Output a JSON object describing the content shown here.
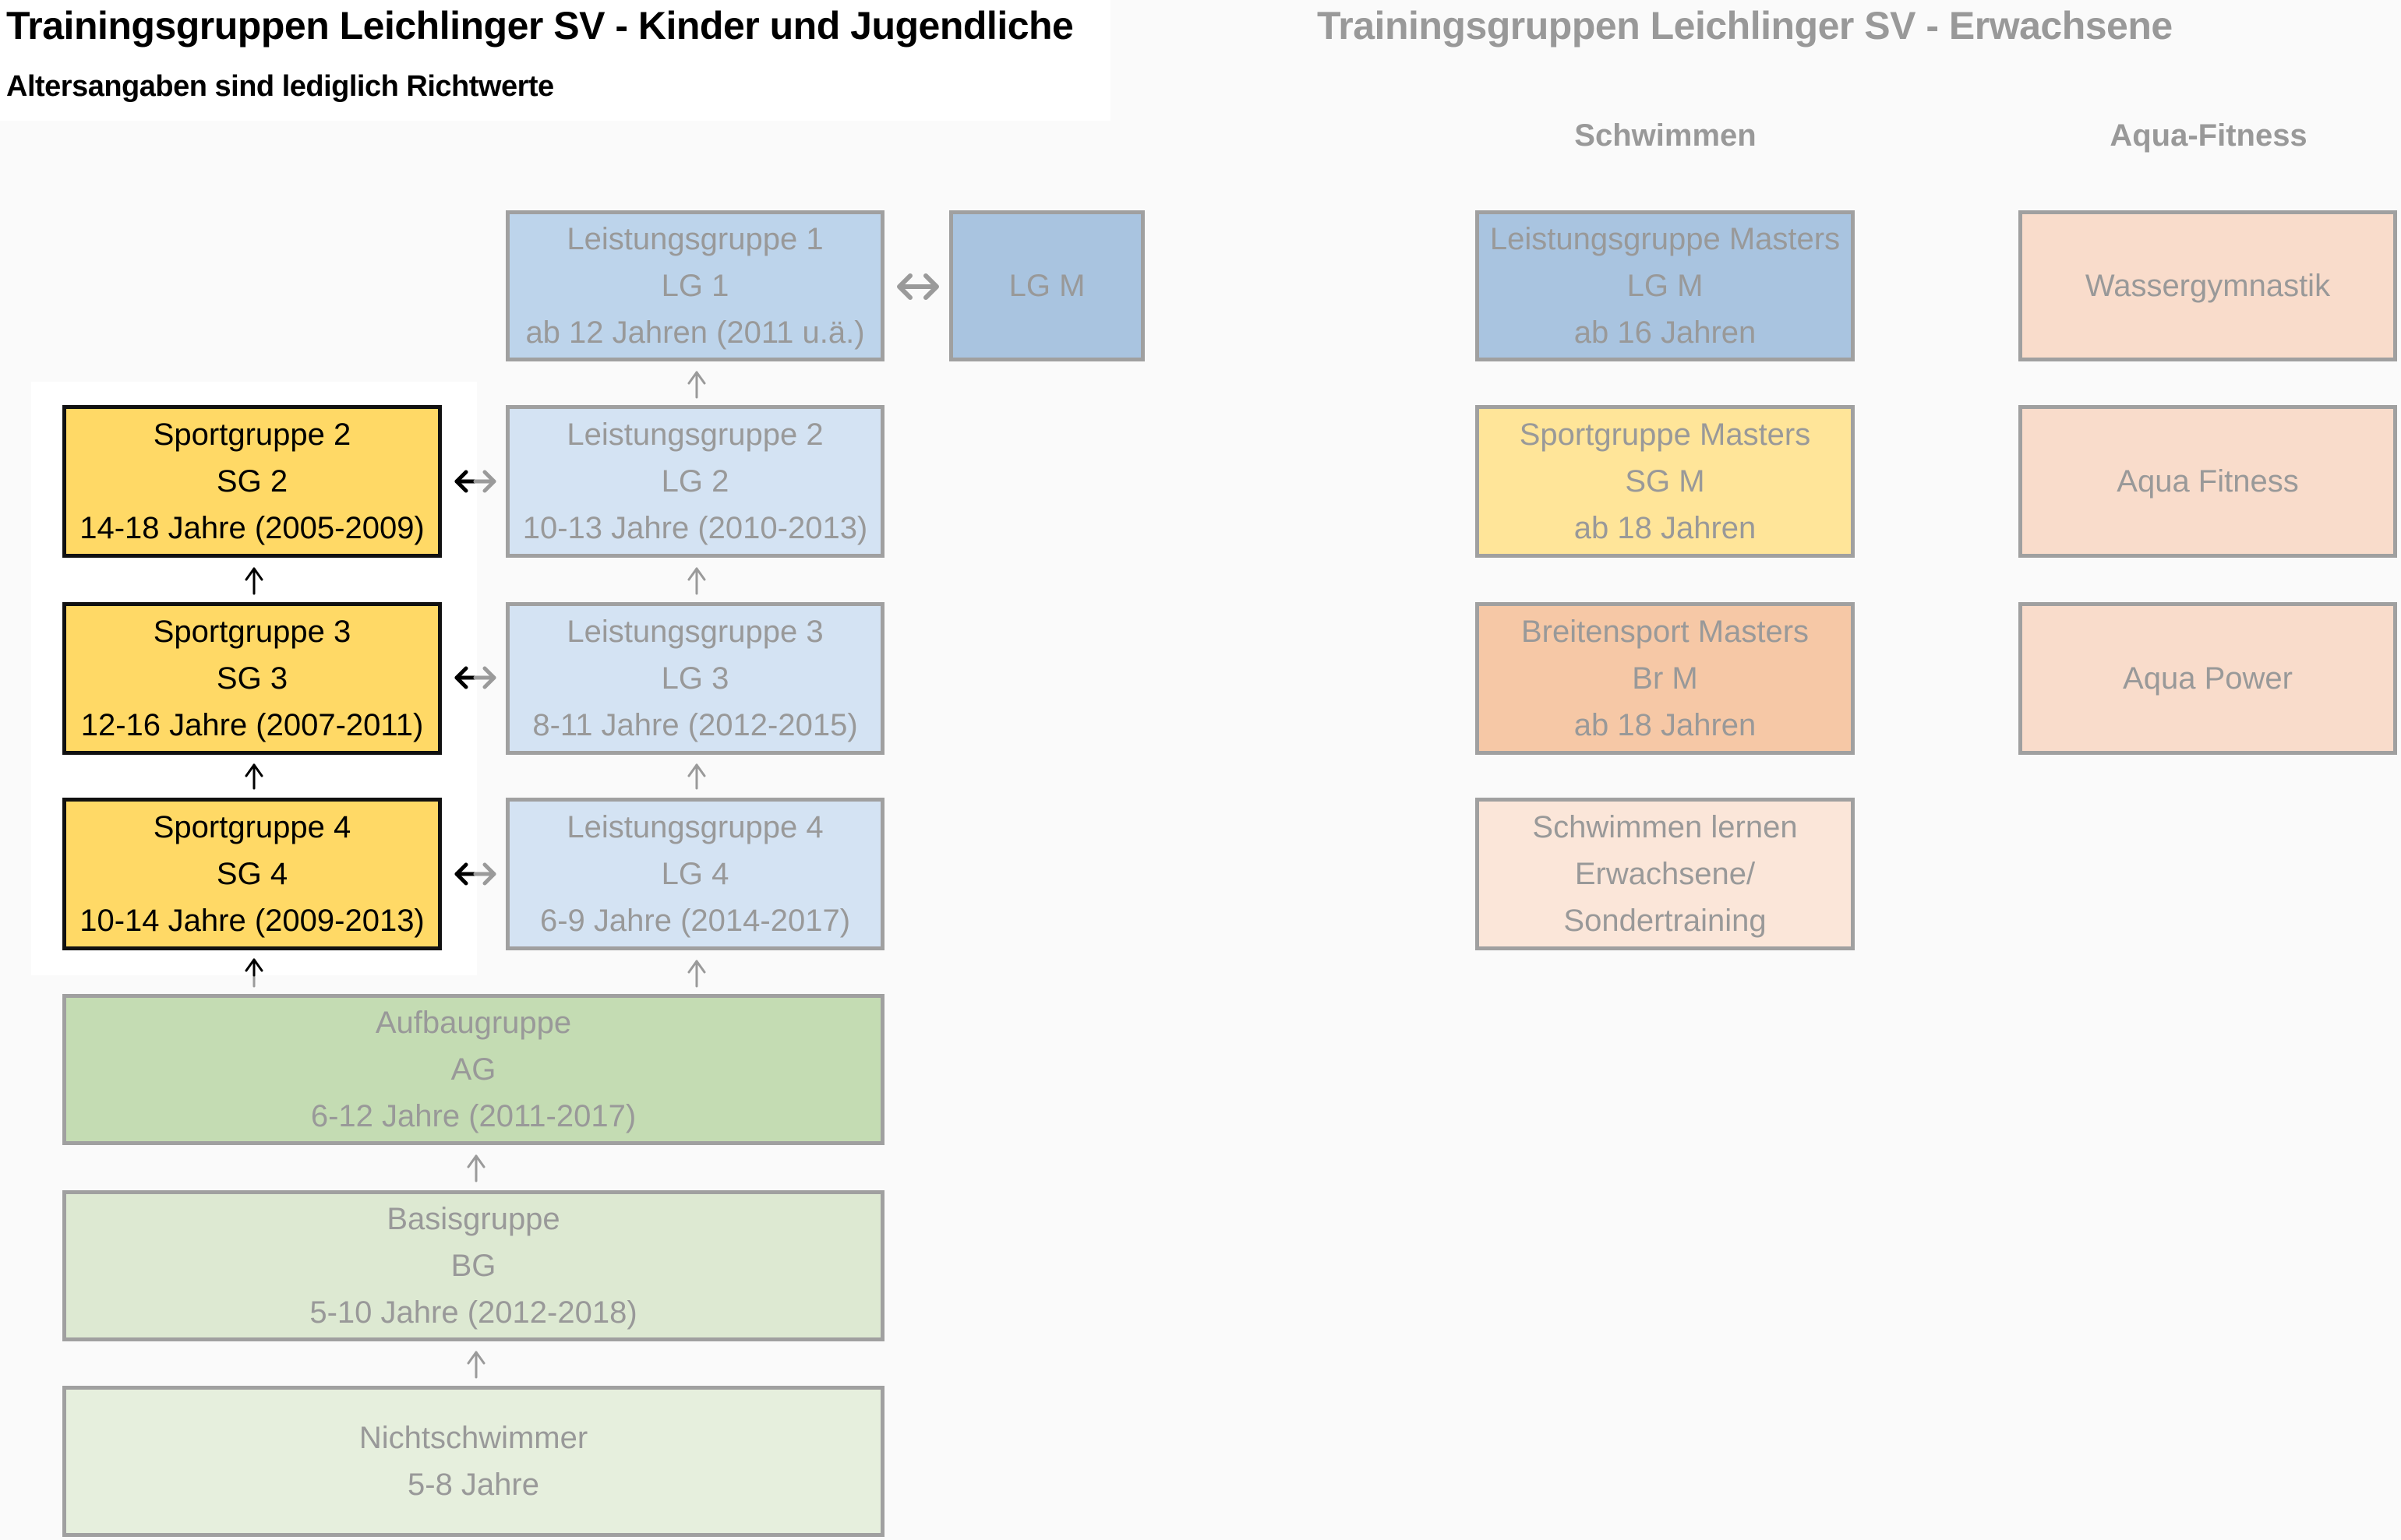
{
  "header": {
    "title_youth": "Trainingsgruppen Leichlinger SV - Kinder und Jugendliche",
    "subtitle": "Altersangaben sind lediglich Richtwerte",
    "title_adults": "Trainingsgruppen Leichlinger SV - Erwachsene"
  },
  "youth": {
    "sportgruppen": [
      {
        "name": "Sportgruppe 2",
        "short": "SG 2",
        "age": "14-18 Jahre (2005-2009)"
      },
      {
        "name": "Sportgruppe 3",
        "short": "SG 3",
        "age": "12-16 Jahre (2007-2011)"
      },
      {
        "name": "Sportgruppe 4",
        "short": "SG 4",
        "age": "10-14 Jahre (2009-2013)"
      }
    ],
    "leistungsgruppen": [
      {
        "name": "Leistungsgruppe 1",
        "short": "LG 1",
        "age": "ab 12 Jahren (2011 u.ä.)"
      },
      {
        "name": "Leistungsgruppe 2",
        "short": "LG 2",
        "age": "10-13 Jahre (2010-2013)"
      },
      {
        "name": "Leistungsgruppe 3",
        "short": "LG 3",
        "age": "8-11 Jahre (2012-2015)"
      },
      {
        "name": "Leistungsgruppe 4",
        "short": "LG 4",
        "age": "6-9 Jahre (2014-2017)"
      }
    ],
    "lg_masters_link": {
      "short": "LG M"
    },
    "aufbaugruppe": {
      "name": "Aufbaugruppe",
      "short": "AG",
      "age": "6-12 Jahre (2011-2017)"
    },
    "basisgruppe": {
      "name": "Basisgruppe",
      "short": "BG",
      "age": "5-10 Jahre (2012-2018)"
    },
    "nichtschwimmer": {
      "name": "Nichtschwimmer",
      "age": "5-8 Jahre"
    }
  },
  "adults": {
    "schwimmen": {
      "header": "Schwimmen",
      "groups": [
        {
          "name": "Leistungsgruppe Masters",
          "short": "LG M",
          "age": "ab 16 Jahren"
        },
        {
          "name": "Sportgruppe Masters",
          "short": "SG M",
          "age": "ab 18 Jahren"
        },
        {
          "name": "Breitensport Masters",
          "short": "Br M",
          "age": "ab 18 Jahren"
        },
        {
          "name": "Schwimmen lernen",
          "short": "Erwachsene/",
          "age": "Sondertraining"
        }
      ]
    },
    "aqua": {
      "header": "Aqua-Fitness",
      "groups": [
        {
          "name": "Wassergymnastik"
        },
        {
          "name": "Aqua Fitness"
        },
        {
          "name": "Aqua Power"
        }
      ]
    }
  },
  "colors": {
    "sportgruppe": "#ffd966",
    "leistungsgruppe_1": "#bdd4eb",
    "leistungsgruppe": "#d4e3f3",
    "lg_masters": "#a9c4e0",
    "aufbaugruppe": "#c4dcb3",
    "basisgruppe": "#dde9d2",
    "nichtschwimmer": "#e6efdd",
    "sg_masters": "#ffe599",
    "breitensport_masters": "#f6c8a6",
    "schwimmen_lernen": "#fbe6d9",
    "aqua": "#f9dccb",
    "muted_text": "#999999"
  }
}
